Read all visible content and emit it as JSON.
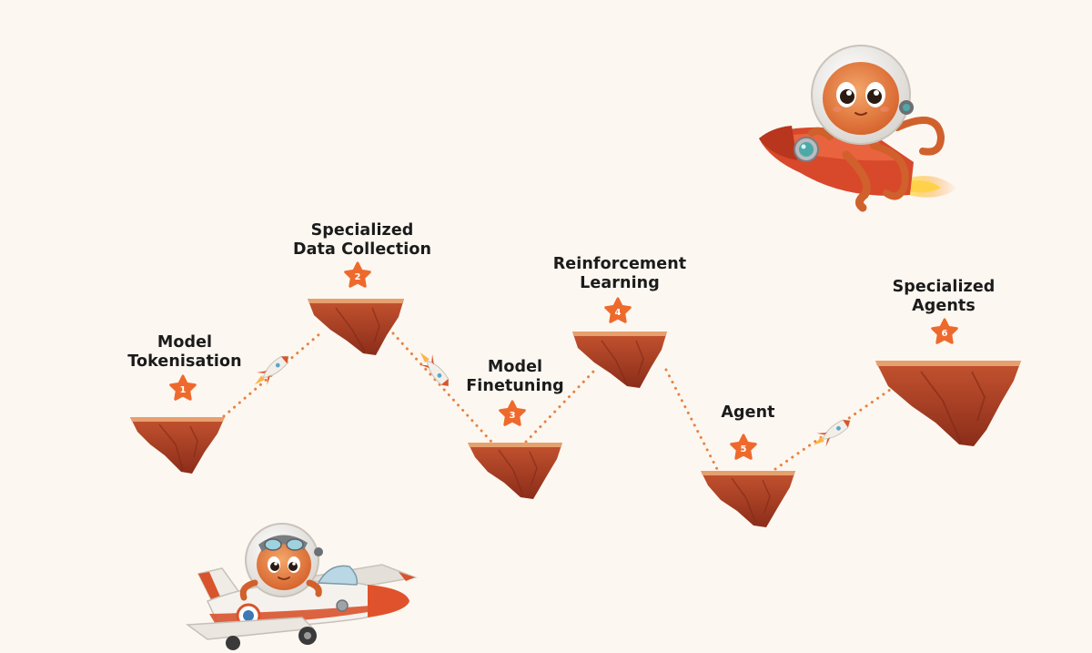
{
  "steps": [
    {
      "number": "1",
      "label_lines": [
        "Model",
        "Tokenisation"
      ]
    },
    {
      "number": "2",
      "label_lines": [
        "Specialized",
        "Data Collection"
      ]
    },
    {
      "number": "3",
      "label_lines": [
        "Model",
        "Finetuning"
      ]
    },
    {
      "number": "4",
      "label_lines": [
        "Reinforcement",
        "Learning"
      ]
    },
    {
      "number": "5",
      "label_lines": [
        "Agent"
      ]
    },
    {
      "number": "6",
      "label_lines": [
        "Specialized",
        "Agents"
      ]
    }
  ],
  "colors": {
    "background": "#fcf7f1",
    "rock": "#b8462a",
    "rock_dark": "#8d2f1c",
    "rock_top": "#e6a06e",
    "path_dots": "#e8823f",
    "star": "#ee6a2c",
    "label_text": "#1b1b1b"
  },
  "illustrations": {
    "top_right": "octopus-astronaut-on-rocket",
    "bottom_left": "octopus-astronaut-in-airplane",
    "path_icons": [
      "rocket-icon",
      "rocket-icon",
      "rocket-icon"
    ]
  }
}
